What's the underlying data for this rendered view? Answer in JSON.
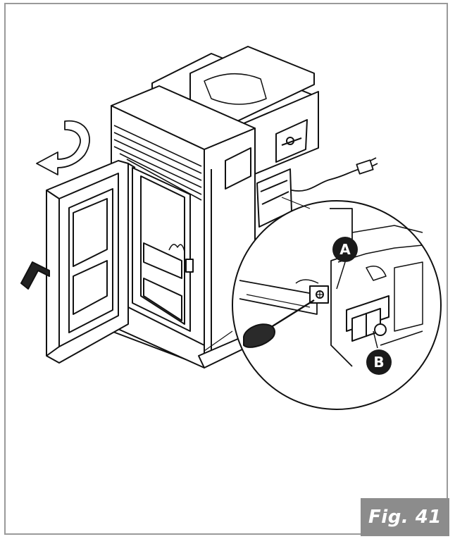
{
  "figure": {
    "label": "Fig. 41"
  },
  "callouts": {
    "a": "A",
    "b": "B"
  },
  "colors": {
    "frame_border": "#9a9a9a",
    "label_bg": "#8c8c8c",
    "label_text": "#ffffff",
    "callout_fill": "#1a1a1a",
    "line": "#111111"
  },
  "icons": {
    "rotate_arrow": "curved-arrow-icon",
    "tool": "screwdriver-icon",
    "plug": "power-plug-icon"
  }
}
